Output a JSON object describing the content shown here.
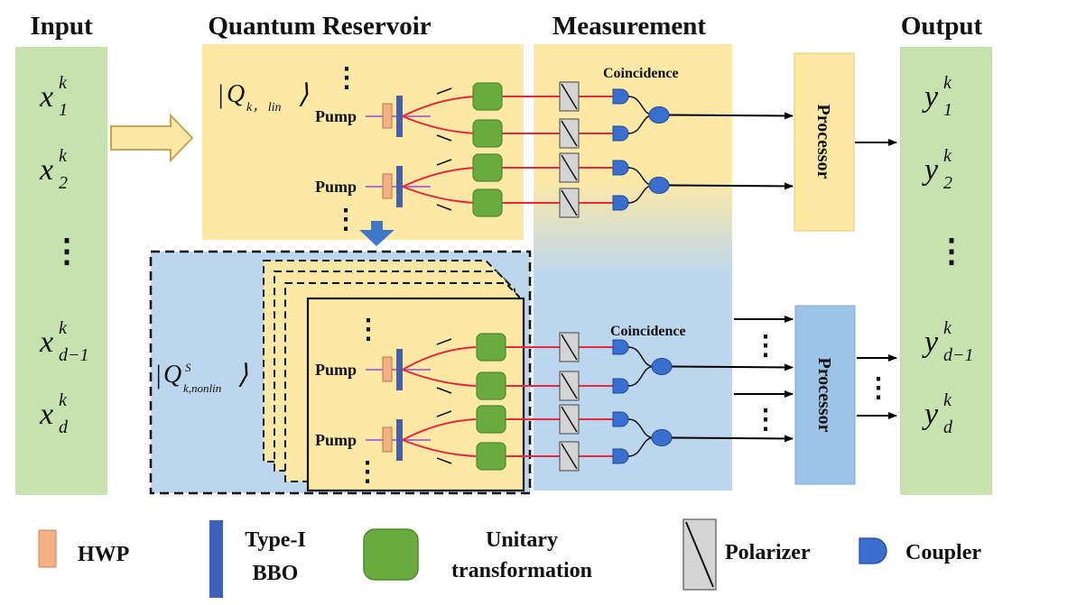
{
  "headers": {
    "input": "Input",
    "reservoir": "Quantum Reservoir",
    "measurement": "Measurement",
    "output": "Output"
  },
  "input": {
    "vars": [
      {
        "base": "x",
        "sub": "1",
        "sup": "k"
      },
      {
        "base": "x",
        "sub": "2",
        "sup": "k"
      },
      {
        "base": "x",
        "sub": "d−1",
        "sup": "k"
      },
      {
        "base": "x",
        "sub": "d",
        "sup": "k"
      }
    ],
    "ellipsis": "⋮"
  },
  "output": {
    "vars": [
      {
        "base": "y",
        "sub": "1",
        "sup": "k"
      },
      {
        "base": "y",
        "sub": "2",
        "sup": "k"
      },
      {
        "base": "y",
        "sub": "d−1",
        "sup": "k"
      },
      {
        "base": "y",
        "sub": "d",
        "sup": "k"
      }
    ],
    "ellipsis": "⋮"
  },
  "reservoir": {
    "linear_state": {
      "open": "|",
      "q": "Q",
      "sub": "k，  lin",
      "close": "⟩"
    },
    "nonlinear_state": {
      "open": "|",
      "q": "Q",
      "sub": "k,nonlin",
      "sup": "S",
      "close": "⟩"
    },
    "pump_label": "Pump",
    "ellipsis": "⋮"
  },
  "measurement": {
    "coincidence_label": "Coincidence"
  },
  "processor_label": "Processor",
  "dots_h": "⋮",
  "legend": {
    "hwp": "HWP",
    "bbo_line1": "Type-I",
    "bbo_line2": "BBO",
    "unitary_line1": "Unitary",
    "unitary_line2": "transformation",
    "polarizer": "Polarizer",
    "coupler": "Coupler"
  },
  "colors": {
    "green_panel": "#c7e2ae",
    "yellow_panel": "#fde9a5",
    "blue_panel": "#bcd6ee",
    "processor_yellow": "#fde9a5",
    "processor_blue": "#9dc3e6",
    "unitary_green": "#6aab3f",
    "bbo_blue": "#3f5fb8",
    "hwp_orange": "#f4b183",
    "coupler_blue": "#3a6fd0",
    "beam_red": "#e8283a",
    "pump_purple": "#b070d0",
    "polarizer_gray": "#d4d4d4"
  }
}
